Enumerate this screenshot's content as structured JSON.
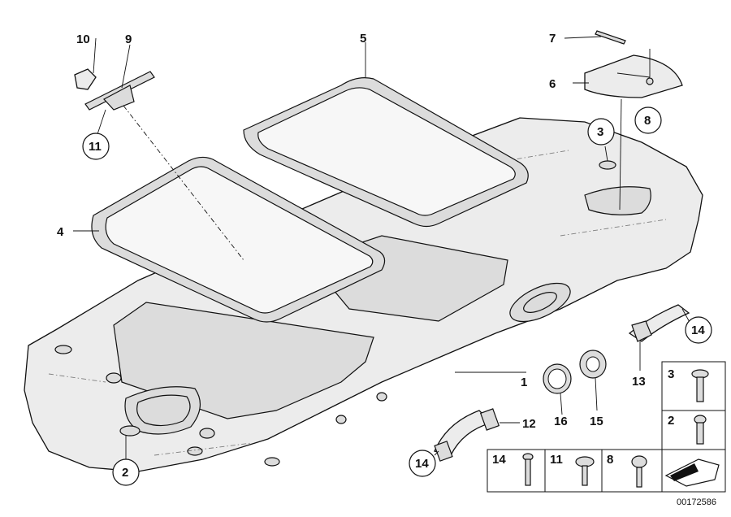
{
  "callouts": {
    "c1": "1",
    "c2": "2",
    "c3": "3",
    "c4": "4",
    "c5": "5",
    "c6": "6",
    "c7": "7",
    "c8": "8",
    "c9": "9",
    "c10": "10",
    "c11": "11",
    "c12": "12",
    "c13": "13",
    "c14a": "14",
    "c14b": "14",
    "c15": "15",
    "c16": "16"
  },
  "fastener_table": {
    "right": [
      {
        "label": "3",
        "icon": "plastic-rivet-icon"
      },
      {
        "label": "2",
        "icon": "expanding-clip-icon"
      },
      {
        "label": "",
        "icon": "arrow-symbol-icon"
      }
    ],
    "bottom": [
      {
        "label": "14",
        "icon": "screw-icon"
      },
      {
        "label": "11",
        "icon": "washer-screw-icon"
      },
      {
        "label": "8",
        "icon": "panhead-screw-icon"
      }
    ]
  },
  "reference_number": "00172586"
}
